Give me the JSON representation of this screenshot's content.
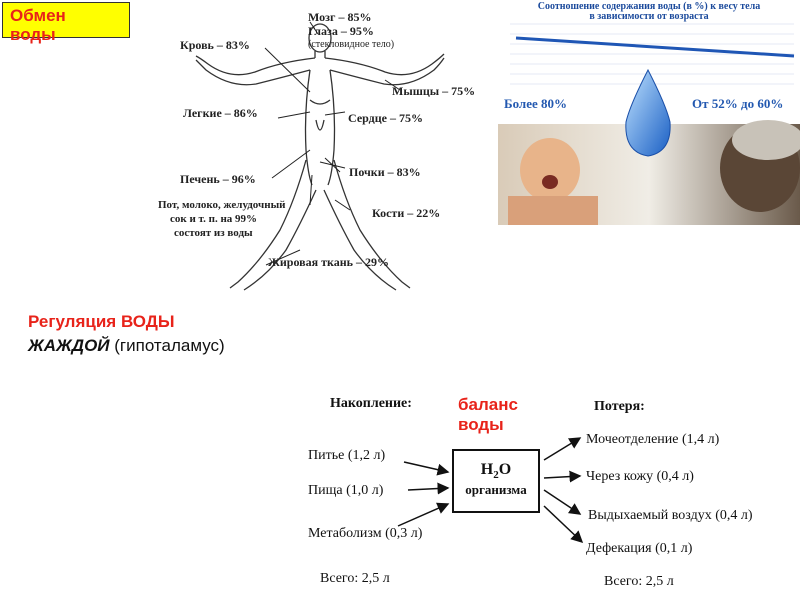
{
  "title": {
    "line1": "Обмен",
    "line2": "воды"
  },
  "body_diagram": {
    "brain": "Мозг – 85%",
    "eyes": "Глаза – 95%",
    "eyes_note": "(стекловидное тело)",
    "blood": "Кровь – 83%",
    "muscles": "Мышцы – 75%",
    "lungs": "Легкие – 86%",
    "heart": "Сердце – 75%",
    "liver": "Печень – 96%",
    "kidneys": "Почки – 83%",
    "fluids_line1": "Пот, молоко, желудочный",
    "fluids_line2": "сок и т. п. на 99%",
    "fluids_line3": "состоят из воды",
    "bones": "Кости – 22%",
    "fat": "Жировая ткань – 29%"
  },
  "age_panel": {
    "title_line1": "Соотношение содержания воды (в %) к весу тела",
    "title_line2": "в зависимости от возраста",
    "left_label": "Более 80%",
    "right_label": "От 52% до 60%"
  },
  "regulation": {
    "line1": "Регуляция ВОДЫ",
    "bold_word": "ЖАЖДОЙ",
    "rest": " (гипоталамус)"
  },
  "balance": {
    "title_line1": "баланс",
    "title_line2": "воды",
    "intake_header": "Накопление:",
    "loss_header": "Потеря:",
    "intake": [
      "Питье (1,2 л)",
      "Пища (1,0 л)",
      "Метаболизм (0,3 л)"
    ],
    "intake_total": "Всего: 2,5 л",
    "loss": [
      "Мочеотделение (1,4 л)",
      "Через кожу (0,4 л)",
      "Выдыхаемый воздух (0,4 л)",
      "Дефекация (0,1 л)"
    ],
    "loss_total": "Всего: 2,5 л",
    "center_formula": "H",
    "center_sub": "2",
    "center_o": "O",
    "center_label": "организма"
  },
  "colors": {
    "accent_red": "#e8231a",
    "title_bg": "#ffff00",
    "drop_blue": "#2f7fd8"
  }
}
